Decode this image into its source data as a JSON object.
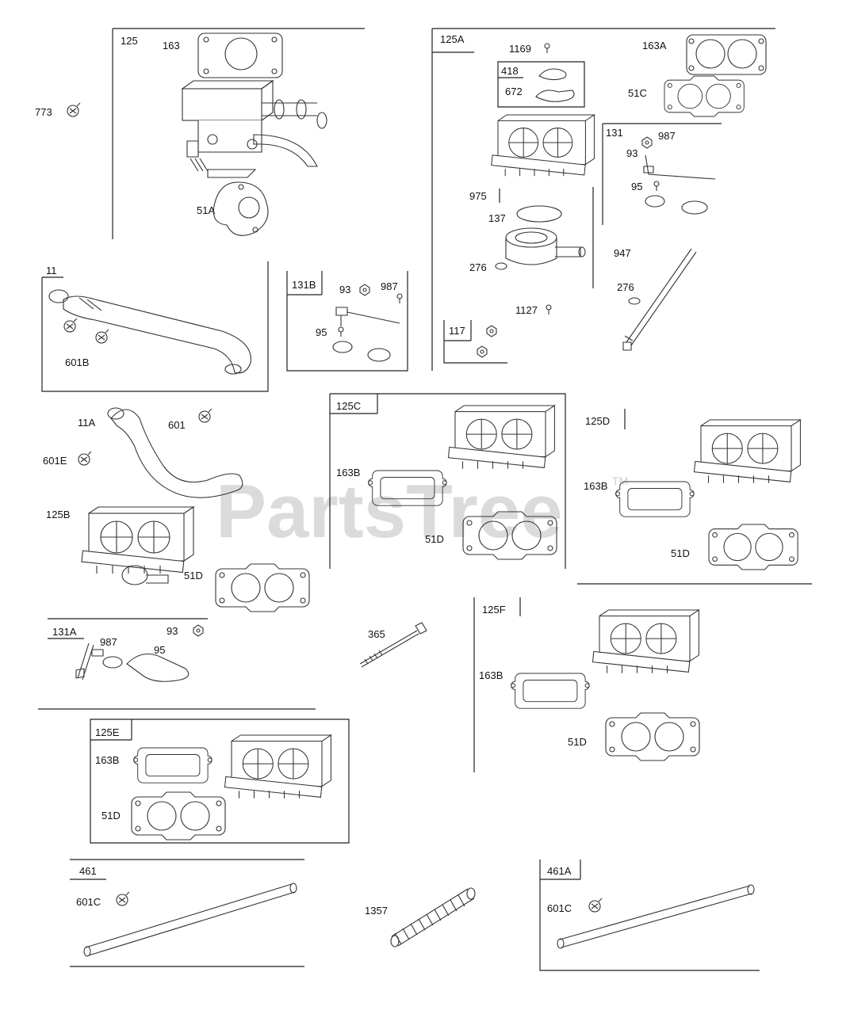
{
  "watermark": {
    "text": "PartsTree",
    "trademark": "TM"
  },
  "labels": {
    "p773": "773",
    "p125": "125",
    "p163": "163",
    "p51A": "51A",
    "p125A": "125A",
    "p1169": "1169",
    "p163A": "163A",
    "p418": "418",
    "p672": "672",
    "p51C": "51C",
    "p131": "131",
    "p987a": "987",
    "p93a": "93",
    "p95a": "95",
    "p975": "975",
    "p137": "137",
    "p276a": "276",
    "p947": "947",
    "p276b": "276",
    "p1127": "1127",
    "p117": "117",
    "p11": "11",
    "p601B": "601B",
    "p131B": "131B",
    "p93b": "93",
    "p987b": "987",
    "p95b": "95",
    "p11A": "11A",
    "p601": "601",
    "p601E": "601E",
    "p125B": "125B",
    "p51Da": "51D",
    "p125C": "125C",
    "p163Ba": "163B",
    "p51Db": "51D",
    "p125D": "125D",
    "p163Bb": "163B",
    "p51Dc": "51D",
    "p131A": "131A",
    "p987c": "987",
    "p93c": "93",
    "p95c": "95",
    "p365": "365",
    "p125F": "125F",
    "p163Bc": "163B",
    "p51Dd": "51D",
    "p125E": "125E",
    "p163Bd": "163B",
    "p51De": "51D",
    "p461": "461",
    "p601Ca": "601C",
    "p1357": "1357",
    "p461A": "461A",
    "p601Cb": "601C"
  }
}
